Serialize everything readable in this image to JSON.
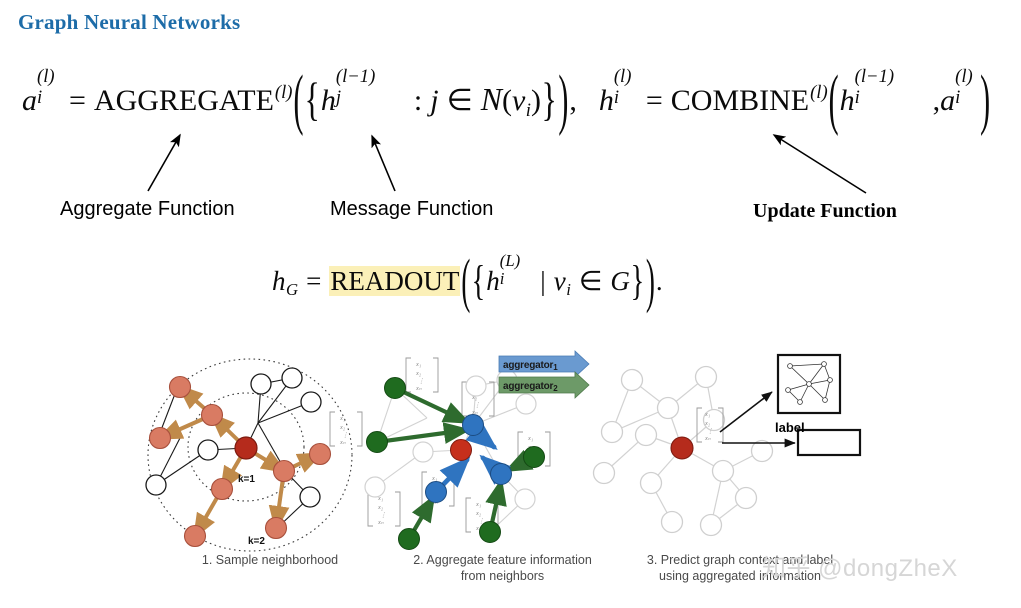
{
  "page": {
    "title": "Graph Neural Networks",
    "title_color": "#1d6ca8",
    "background": "#ffffff"
  },
  "formulas": {
    "main": {
      "lhs_base": "a",
      "lhs_sub": "i",
      "lhs_sup": "(l)",
      "equals": "=",
      "aggregate_name": "AGGREGATE",
      "aggregate_sup": "(l)",
      "h_base": "h",
      "h_sub": "j",
      "h_sup": "(l−1)",
      "colon": ":",
      "j_var": "j",
      "in_symbol": "∈",
      "neighborhood_symbol": "N",
      "v_var": "v",
      "v_sub": "i",
      "comma": ",",
      "rhs_lhs_base": "h",
      "rhs_lhs_sub": "i",
      "rhs_lhs_sup": "(l)",
      "combine_name": "COMBINE",
      "combine_sup": "(l)",
      "arg1_base": "h",
      "arg1_sub": "i",
      "arg1_sup": "(l−1)",
      "arg2_base": "a",
      "arg2_sub": "i",
      "arg2_sup": "(l)",
      "plain_text": "a_i^(l) = AGGREGATE^(l) ( { h_j^(l-1) : j ∈ N(v_i) } ) ,  h_i^(l) = COMBINE^(l) ( h_i^(l-1) , a_i^(l) )"
    },
    "readout": {
      "lhs_base": "h",
      "lhs_sub": "G",
      "equals": "=",
      "readout_name": "READOUT",
      "readout_highlight_color": "#fbf0b8",
      "h_base": "h",
      "h_sub": "i",
      "h_sup": "(L)",
      "mid_bar": "|",
      "v_var": "v",
      "v_sub": "i",
      "in_symbol": "∈",
      "graph_symbol": "G",
      "period": ".",
      "plain_text": "h_G = READOUT ( { h_i^(L) | v_i ∈ G } ) ."
    }
  },
  "annotations": {
    "aggregate_function": "Aggregate Function",
    "message_function": "Message Function",
    "update_function": "Update Function"
  },
  "figure": {
    "captions": {
      "panel1": "1. Sample neighborhood",
      "panel2_line1": "2. Aggregate feature information",
      "panel2_line2": "from neighbors",
      "panel3_line1": "3. Predict graph context and label",
      "panel3_line2": "using aggregated information"
    },
    "aggregators": {
      "first_label": "aggregator",
      "first_sub": "1",
      "first_color": "#4a86c5",
      "second_label": "aggregator",
      "second_sub": "2",
      "second_color": "#4f8049"
    },
    "k_markers": {
      "k1": "k=1",
      "k2": "k=2"
    },
    "label_box": "label",
    "colors": {
      "center_node": "#b52b1c",
      "neighbor_node": "#d97b63",
      "blue_node": "#2f74c0",
      "green_node": "#1f6b1f",
      "edge_highlight": "#c08a4a",
      "faded_edge": "#cfcfcf"
    }
  },
  "watermark": {
    "text": "知乎 @dongZheX",
    "color": "#d6d6d6"
  }
}
